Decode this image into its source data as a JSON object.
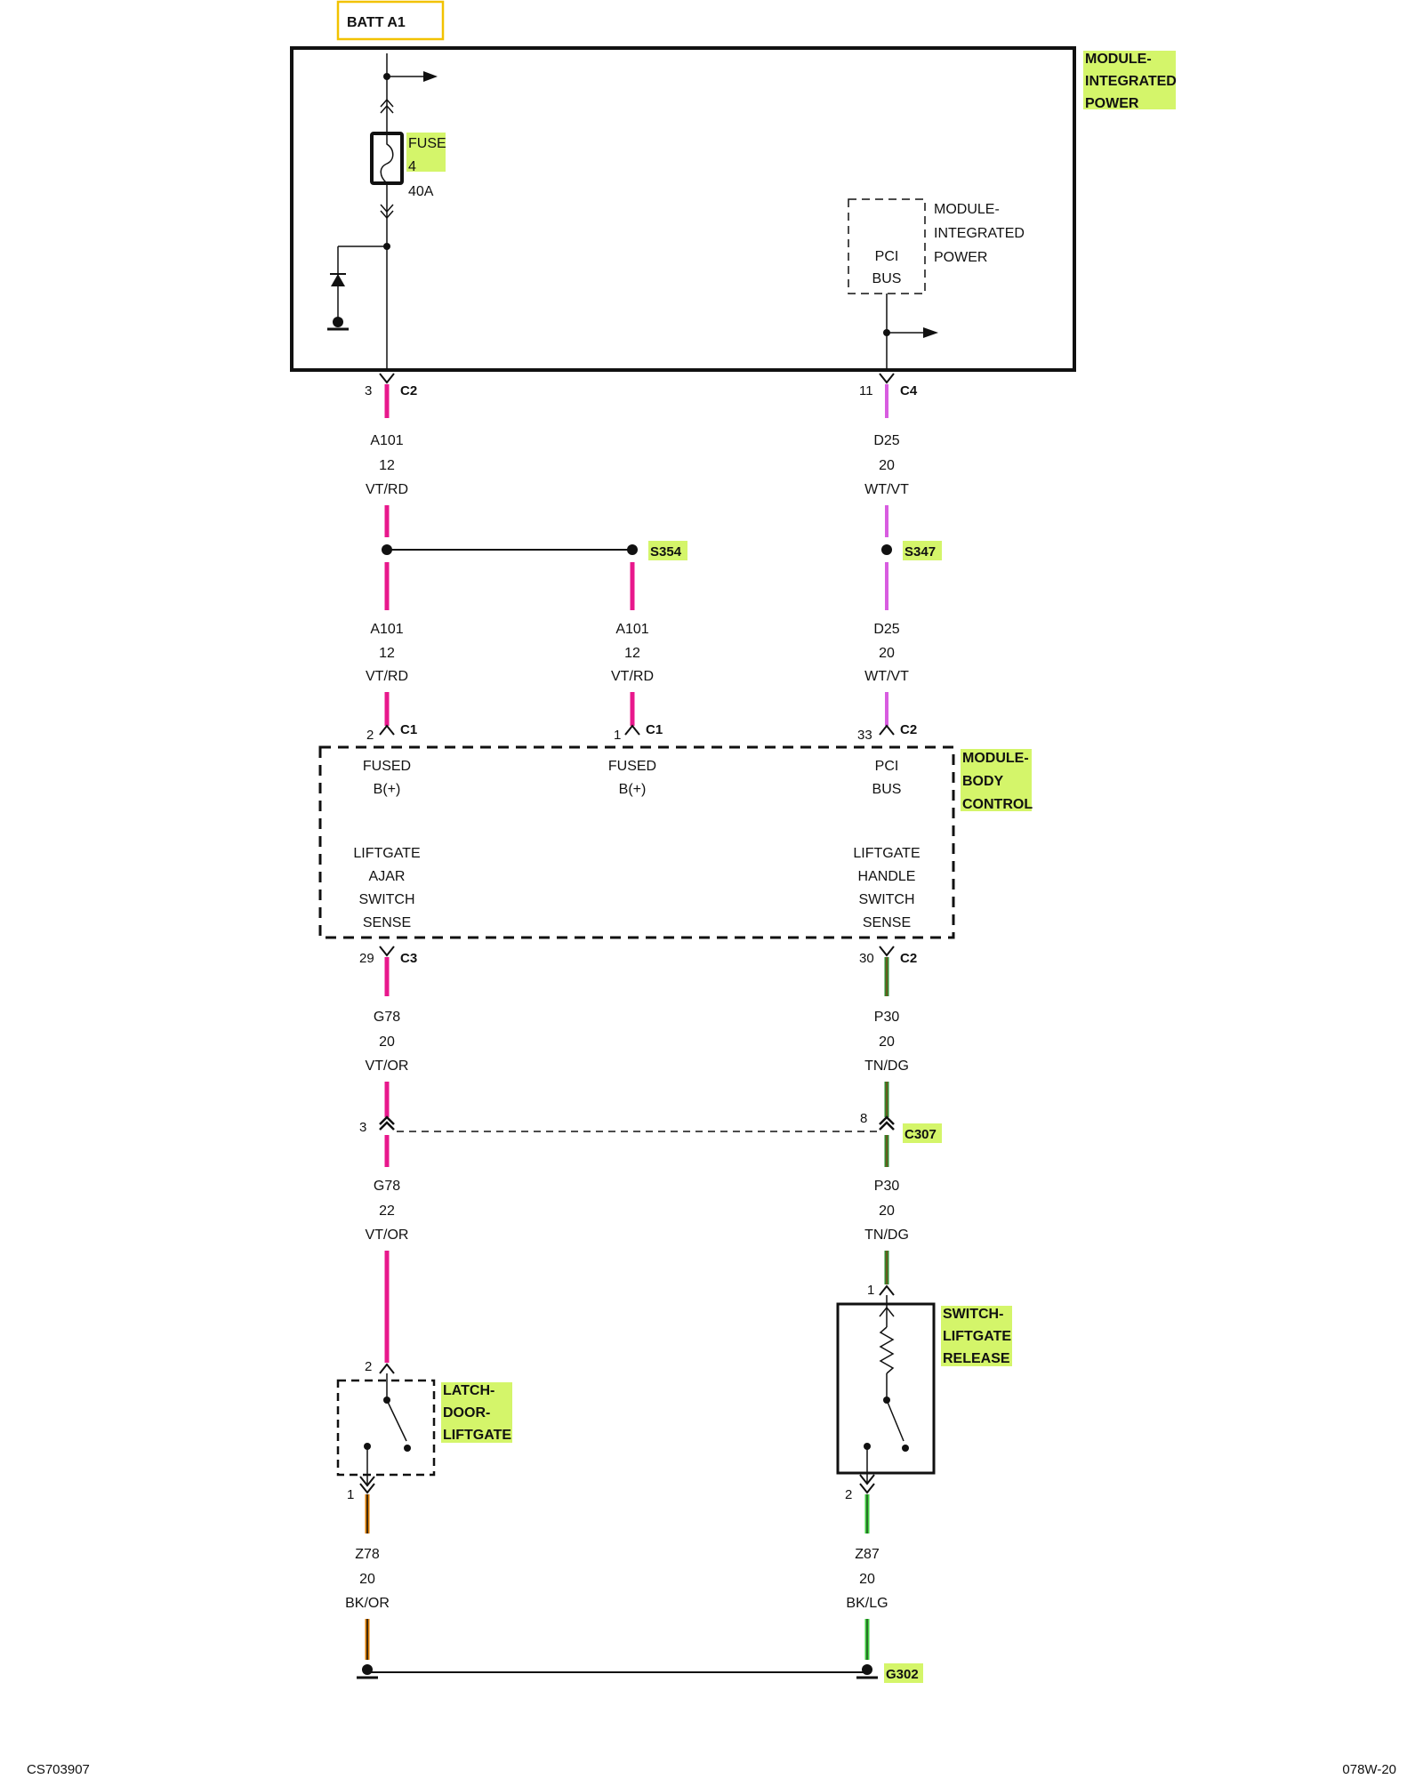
{
  "colors": {
    "highlight": "#d4f56a",
    "batt_box_border": "#f2c200",
    "line": "#111111",
    "wire_vt_rd": "#e8188c",
    "wire_wt_vt": "#d85ce0",
    "wire_tn_dg": "#2f8a2f",
    "wire_bk_lg": "#3fcf3f",
    "wire_bk_or": "#d97b00"
  },
  "batt": {
    "label": "BATT A1"
  },
  "ipm": {
    "name_line1": "MODULE-",
    "name_line2": "INTEGRATED",
    "name_line3": "POWER",
    "fuse_label": "FUSE",
    "fuse_num": "4",
    "fuse_rating": "40A",
    "pci_line1": "PCI",
    "pci_line2": "BUS",
    "sub_line1": "MODULE-",
    "sub_line2": "INTEGRATED",
    "sub_line3": "POWER"
  },
  "conn_top_left": {
    "pin": "3",
    "name": "C2"
  },
  "conn_top_right": {
    "pin": "11",
    "name": "C4"
  },
  "wire_a101_upper": {
    "circuit": "A101",
    "gauge": "12",
    "color": "VT/RD"
  },
  "wire_d25_upper": {
    "circuit": "D25",
    "gauge": "20",
    "color": "WT/VT"
  },
  "splice_s354": "S354",
  "splice_s347": "S347",
  "wire_a101_left": {
    "circuit": "A101",
    "gauge": "12",
    "color": "VT/RD"
  },
  "wire_a101_mid": {
    "circuit": "A101",
    "gauge": "12",
    "color": "VT/RD"
  },
  "wire_d25_lower": {
    "circuit": "D25",
    "gauge": "20",
    "color": "WT/VT"
  },
  "bcm_pin_left": {
    "pin": "2",
    "name": "C1"
  },
  "bcm_pin_mid": {
    "pin": "1",
    "name": "C1"
  },
  "bcm_pin_right": {
    "pin": "33",
    "name": "C2"
  },
  "bcm": {
    "name_line1": "MODULE-",
    "name_line2": "BODY",
    "name_line3": "CONTROL",
    "fused_left_1": "FUSED",
    "fused_left_2": "B(+)",
    "fused_mid_1": "FUSED",
    "fused_mid_2": "B(+)",
    "pci_1": "PCI",
    "pci_2": "BUS",
    "ajar_1": "LIFTGATE",
    "ajar_2": "AJAR",
    "ajar_3": "SWITCH",
    "ajar_4": "SENSE",
    "handle_1": "LIFTGATE",
    "handle_2": "HANDLE",
    "handle_3": "SWITCH",
    "handle_4": "SENSE"
  },
  "bcm_out_left": {
    "pin": "29",
    "name": "C3"
  },
  "bcm_out_right": {
    "pin": "30",
    "name": "C2"
  },
  "wire_g78_upper": {
    "circuit": "G78",
    "gauge": "20",
    "color": "VT/OR"
  },
  "wire_p30_upper": {
    "circuit": "P30",
    "gauge": "20",
    "color": "TN/DG"
  },
  "c307": {
    "name": "C307",
    "pin_left": "3",
    "pin_right": "8"
  },
  "wire_g78_lower": {
    "circuit": "G78",
    "gauge": "22",
    "color": "VT/OR"
  },
  "wire_p30_lower": {
    "circuit": "P30",
    "gauge": "20",
    "color": "TN/DG"
  },
  "latch": {
    "name_line1": "LATCH-",
    "name_line2": "DOOR-",
    "name_line3": "LIFTGATE",
    "pin_top": "2",
    "pin_bottom": "1"
  },
  "switch_release": {
    "name_line1": "SWITCH-",
    "name_line2": "LIFTGATE",
    "name_line3": "RELEASE",
    "pin_top": "1",
    "pin_bottom": "2"
  },
  "wire_z78": {
    "circuit": "Z78",
    "gauge": "20",
    "color": "BK/OR"
  },
  "wire_z87": {
    "circuit": "Z87",
    "gauge": "20",
    "color": "BK/LG"
  },
  "ground": {
    "name": "G302"
  },
  "footer": {
    "left": "CS703907",
    "right": "078W-20"
  }
}
